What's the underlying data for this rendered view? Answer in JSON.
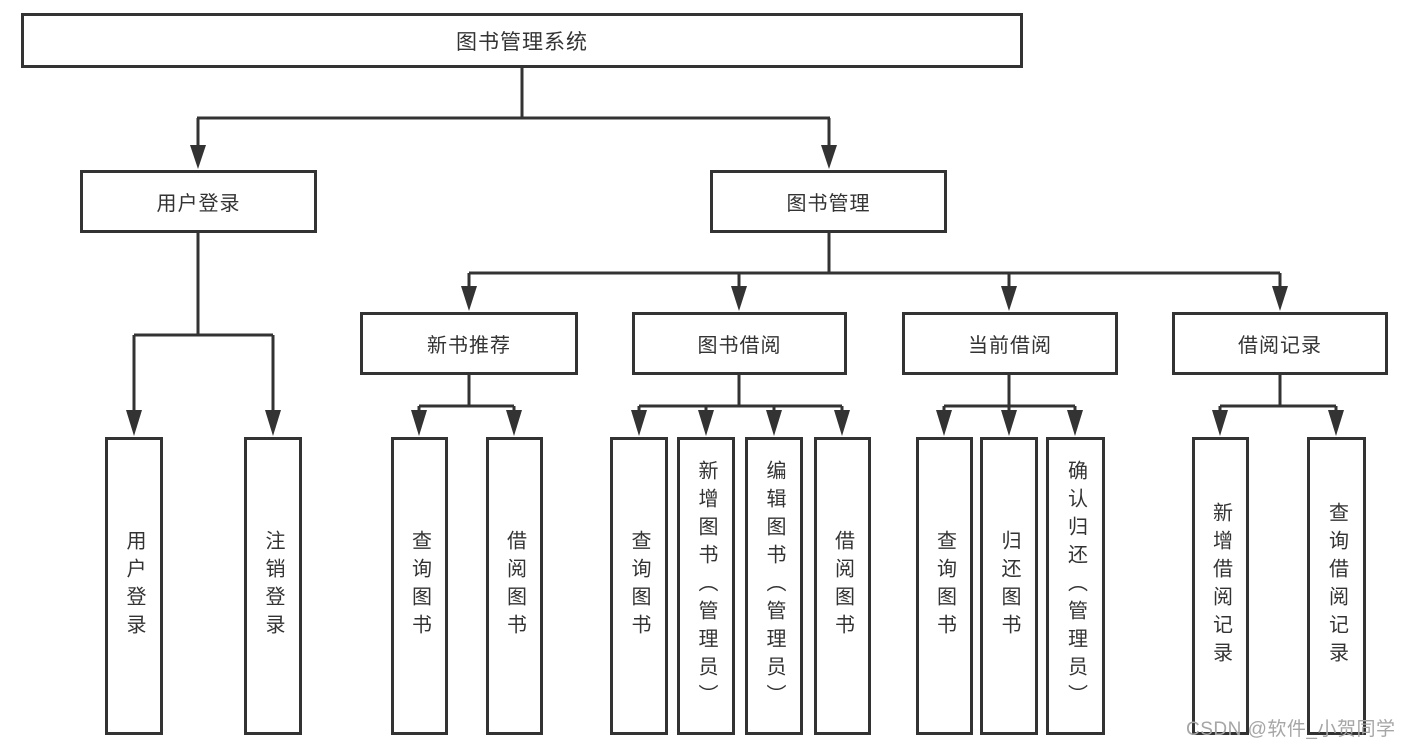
{
  "diagram": {
    "root": {
      "label": "图书管理系统"
    },
    "branches": [
      {
        "label": "用户登录",
        "children": [
          {
            "label": "用户登录"
          },
          {
            "label": "注销登录"
          }
        ]
      },
      {
        "label": "图书管理",
        "children": [
          {
            "label": "新书推荐",
            "children": [
              {
                "label": "查询图书"
              },
              {
                "label": "借阅图书"
              }
            ]
          },
          {
            "label": "图书借阅",
            "children": [
              {
                "label": "查询图书"
              },
              {
                "label": "新增图书（管理员）"
              },
              {
                "label": "编辑图书（管理员）"
              },
              {
                "label": "借阅图书"
              }
            ]
          },
          {
            "label": "当前借阅",
            "children": [
              {
                "label": "查询图书"
              },
              {
                "label": "归还图书"
              },
              {
                "label": "确认归还（管理员）"
              }
            ]
          },
          {
            "label": "借阅记录",
            "children": [
              {
                "label": "新增借阅记录"
              },
              {
                "label": "查询借阅记录"
              }
            ]
          }
        ]
      }
    ]
  },
  "watermark": {
    "text": "CSDN @软件_小贺同学"
  },
  "colors": {
    "line": "#333333",
    "text": "#333333",
    "background": "#ffffff",
    "watermark": "#a6a6a6"
  }
}
